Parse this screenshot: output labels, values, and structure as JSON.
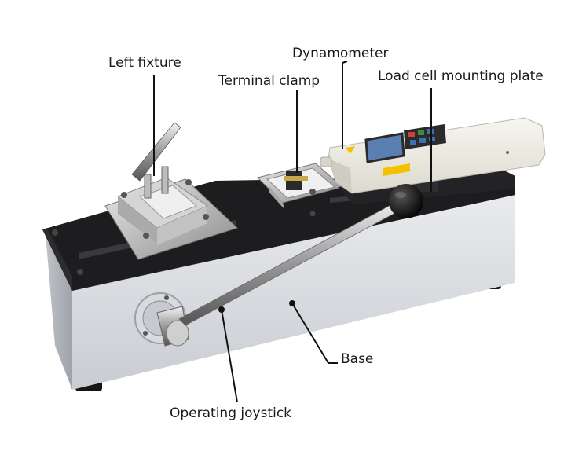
{
  "labels": {
    "left_fixture": "Left fixture",
    "dynamometer": "Dynamometer",
    "terminal_clamp": "Terminal clamp",
    "load_cell_mounting_plate": "Load cell mounting plate",
    "base": "Base",
    "operating_joystick": "Operating joystick"
  },
  "colors": {
    "base_body": "#dcdfe3",
    "base_top": "#1d1d1f",
    "dynamometer_body": "#efeee6",
    "dynamometer_screen": "#5a7fb0",
    "joystick_knob": "#111111",
    "leader_line": "#111111"
  }
}
